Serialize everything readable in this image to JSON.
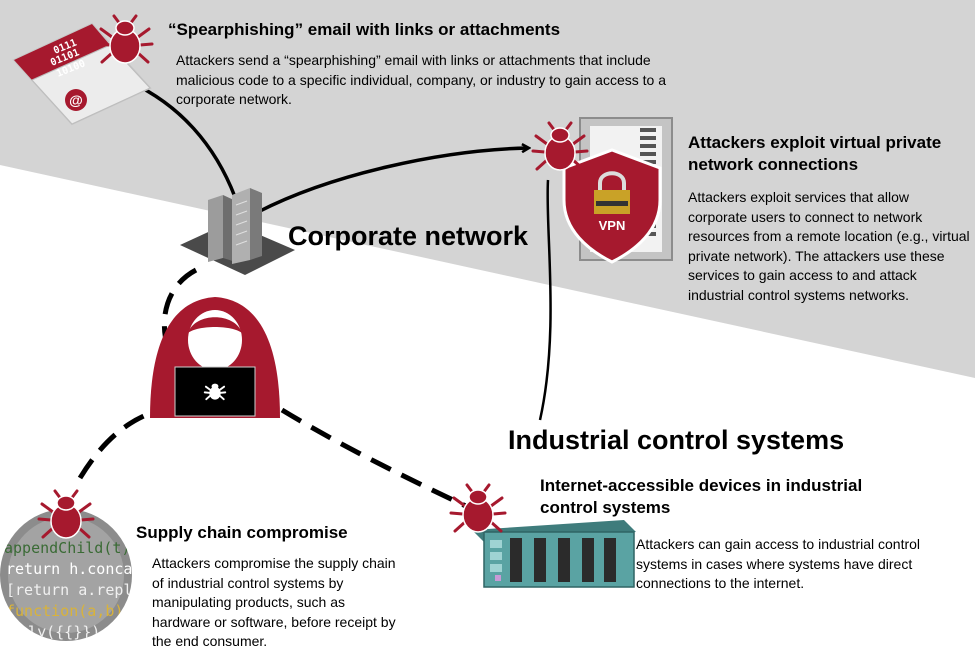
{
  "zones": {
    "corporate_label": "Corporate network",
    "ics_label": "Industrial control systems"
  },
  "spearphishing": {
    "title": "“Spearphishing” email with links or attachments",
    "description": "Attackers send a “spearphishing” email with links or attachments that include malicious code to a specific individual, company, or industry to gain access to a corporate network."
  },
  "vpn": {
    "title": "Attackers exploit virtual private network connections",
    "description": "Attackers exploit services that allow corporate users to connect to network resources from a remote location (e.g., virtual private network). The attackers use these services to gain access to and attack industrial control systems networks.",
    "badge": "VPN"
  },
  "supply_chain": {
    "title": "Supply chain compromise",
    "description": "Attackers compromise the supply chain of industrial control systems by manipulating products, such as hardware or software, before receipt by the end consumer.",
    "code_lines": [
      "appendChild(t)",
      "return h.conca",
      "[return a.repla",
      "function(a,b){",
      "pply({{}})"
    ]
  },
  "internet_devices": {
    "title": "Internet-accessible devices in industrial control systems",
    "description": "Attackers can gain access to industrial control systems in cases where systems have direct connections to the internet."
  },
  "email_binary": [
    "0111",
    "01101",
    "10100"
  ],
  "email_symbol": "@",
  "colors": {
    "corporate_zone": "#d4d4d4",
    "malware": "#a6192e",
    "attacker": "#a6192e",
    "screen": "#000000",
    "plc": "#5aa3a3"
  },
  "icons": [
    "bug-icon",
    "envelope-icon",
    "building-icon",
    "hacker-icon",
    "laptop-icon",
    "server-icon",
    "shield-lock-icon",
    "code-disk-icon",
    "plc-rack-icon"
  ]
}
